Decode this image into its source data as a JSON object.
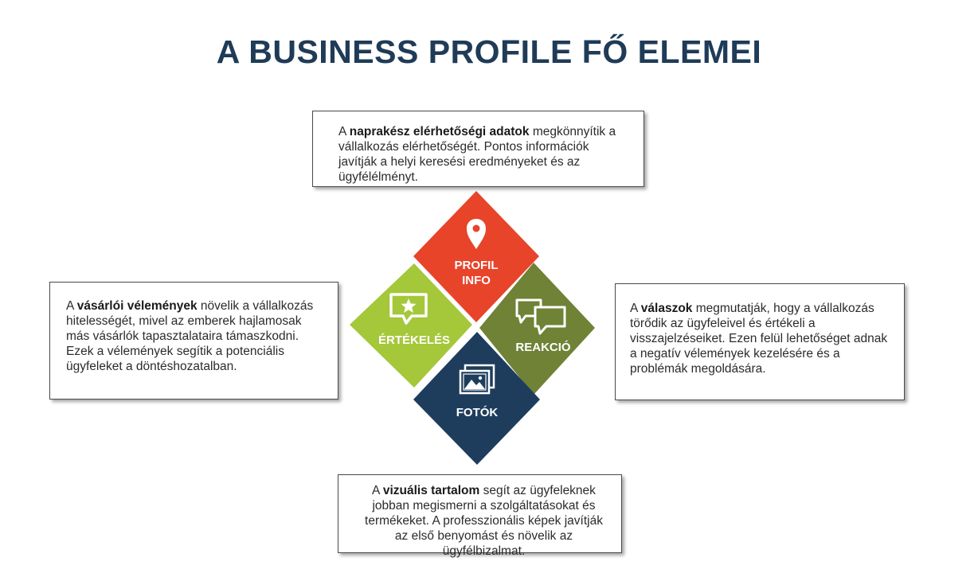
{
  "title": "A BUSINESS PROFILE FŐ ELEMEI",
  "boxes": {
    "top": {
      "pre": "A ",
      "bold": "naprakész elérhetőségi adatok",
      "post": " megkönnyítik a vállalkozás elérhetőségét. Pontos információk javítják a helyi keresési eredményeket és az ügyfélélményt."
    },
    "left": {
      "pre": "A ",
      "bold": "vásárlói vélemények",
      "post": " növelik a vállalkozás hitelességét, mivel az emberek hajlamosak más vásárlók tapasztalataira támaszkodni. Ezek a vélemények segítik a potenciális ügyfeleket a döntéshozatalban."
    },
    "right": {
      "pre": "A ",
      "bold": "válaszok",
      "post": " megmutatják, hogy a vállalkozás törődik az ügyfeleivel és értékeli a visszajelzéseiket. Ezen felül lehetőséget adnak a negatív vélemények kezelésére és a problémák megoldására."
    },
    "bottom": {
      "pre": "A ",
      "bold": "vizuális tartalom",
      "post": " segít az ügyfeleknek jobban megismerni a szolgáltatásokat és termékeket. A professzionális képek javítják az első benyomást és növelik az ügyfélbizalmat."
    }
  },
  "diamonds": {
    "top": {
      "line1": "PROFIL",
      "line2": "INFO",
      "color": "#e8442a",
      "icon": "location-pin-icon"
    },
    "left": {
      "label": "ÉRTÉKELÉS",
      "color": "#a5c73a",
      "icon": "star-speech-bubble-icon"
    },
    "right": {
      "label": "REAKCIÓ",
      "color": "#6f8236",
      "icon": "chat-bubbles-icon"
    },
    "bottom": {
      "label": "FOTÓK",
      "color": "#1e3d5c",
      "icon": "photo-gallery-icon"
    }
  }
}
